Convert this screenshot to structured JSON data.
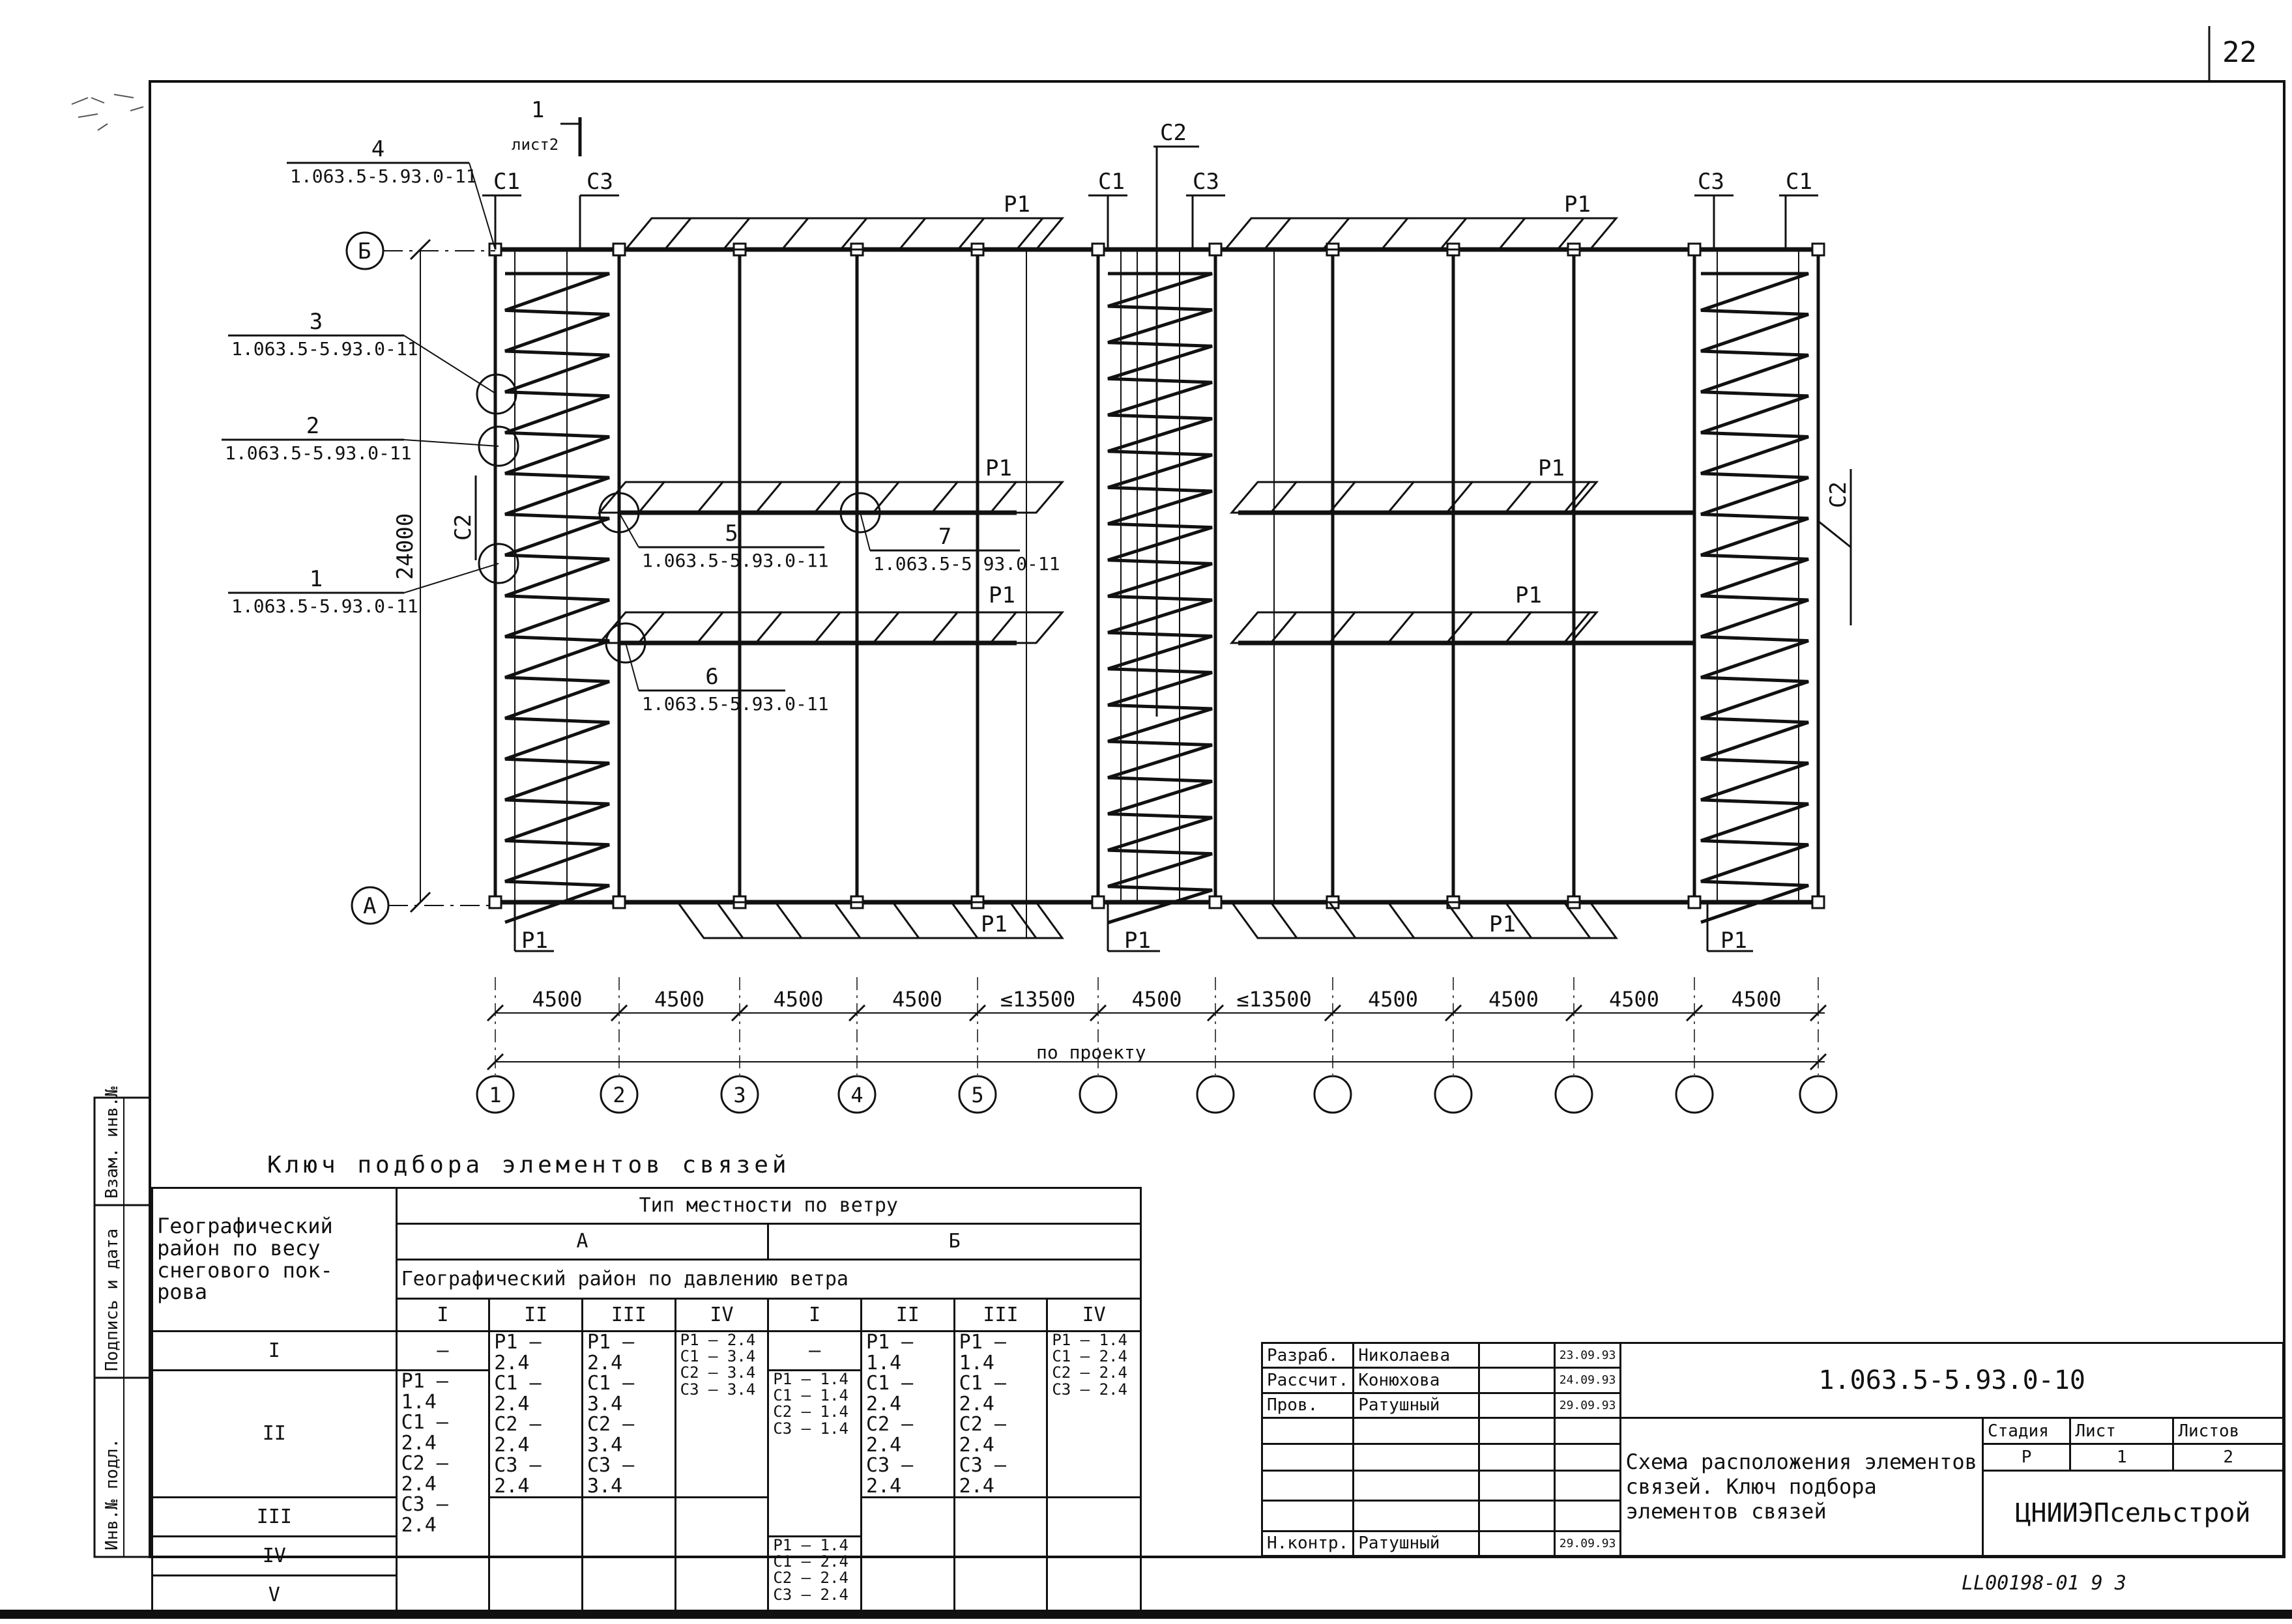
{
  "sheet_number": "22",
  "bottom_stamp": "LL00198-01   9 3",
  "drawing": {
    "section_mark": {
      "number": "1",
      "sheet_ref": "лист2"
    },
    "axis_rows": [
      "Б",
      "А"
    ],
    "column_axes": [
      "1",
      "2",
      "3",
      "4",
      "5",
      "",
      "",
      "",
      "",
      "",
      "",
      ""
    ],
    "dimension_spans": [
      "4500",
      "4500",
      "4500",
      "4500",
      "≤13500",
      "4500",
      "≤13500",
      "4500",
      "4500",
      "4500",
      "4500"
    ],
    "overall_dimension_label": "по проекту",
    "height_dimension": "24000",
    "element_labels": {
      "c1": "С1",
      "c2": "С2",
      "c3": "С3",
      "p1": "Р1"
    },
    "node_callouts": [
      {
        "num": "4",
        "ref": "1.063.5-5.93.0-11"
      },
      {
        "num": "3",
        "ref": "1.063.5-5.93.0-11"
      },
      {
        "num": "2",
        "ref": "1.063.5-5.93.0-11"
      },
      {
        "num": "1",
        "ref": "1.063.5-5.93.0-11"
      },
      {
        "num": "5",
        "ref": "1.063.5-5.93.0-11"
      },
      {
        "num": "7",
        "ref": "1.063.5-5.93.0-11"
      },
      {
        "num": "6",
        "ref": "1.063.5-5.93.0-11"
      }
    ]
  },
  "key_table": {
    "title": "Ключ подбора элементов связей",
    "header_col": "Географический\nрайон по весу\nснегового пок-\nрова",
    "header_terrain": "Тип местности по ветру",
    "terrain_a": "А",
    "terrain_b": "Б",
    "header_wind": "Географический район по давлению ветра",
    "wind_regions": [
      "I",
      "II",
      "III",
      "IV",
      "I",
      "II",
      "III",
      "IV"
    ],
    "snow_regions": [
      "I",
      "II",
      "III",
      "IV",
      "V"
    ],
    "cells": {
      "a1_dash": "—",
      "a1": "Р1 – 1.4\nС1 – 2.4\nС2 – 2.4\nС3 – 2.4",
      "a2": "Р1 – 2.4\nС1 – 2.4\nС2 – 2.4\nС3 – 2.4",
      "a3": "Р1 – 2.4\nС1 – 3.4\nС2 – 3.4\nС3 – 3.4",
      "a4": "Р1 – 2.4\nС1 – 3.4\nС2 – 3.4\nС3 – 3.4",
      "b1_dash": "—",
      "b1_top": "Р1 – 1.4\nС1 – 1.4\nС2 – 1.4\nС3 – 1.4",
      "b1_bottom": "Р1 – 1.4\nС1 – 2.4\nС2 – 2.4\nС3 – 2.4",
      "b2": "Р1 – 1.4\nС1 – 2.4\nС2 – 2.4\nС3 – 2.4",
      "b3": "Р1 – 1.4\nС1 – 2.4\nС2 – 2.4\nС3 – 2.4",
      "b4": "Р1 – 1.4\nС1 – 2.4\nС2 – 2.4\nС3 – 2.4"
    }
  },
  "side_stamp": [
    "Взам. инв.№",
    "Подпись и дата",
    "Инв.№ подл."
  ],
  "title_block": {
    "document_code": "1.063.5-5.93.0-10",
    "title": "Схема расположения элементов связей. Ключ подбора элементов связей",
    "stage_label": "Стадия",
    "sheet_label": "Лист",
    "sheets_label": "Листов",
    "stage": "Р",
    "sheet": "1",
    "sheets": "2",
    "organization": "ЦНИИЭПсельстрой",
    "roles": [
      {
        "role": "Разраб.",
        "name": "Николаева",
        "date": "23.09.93"
      },
      {
        "role": "Рассчит.",
        "name": "Конюхова",
        "date": "24.09.93"
      },
      {
        "role": "Пров.",
        "name": "Ратушный",
        "date": "29.09.93"
      },
      {
        "role": "Н.контр.",
        "name": "Ратушный",
        "date": "29.09.93"
      }
    ]
  }
}
